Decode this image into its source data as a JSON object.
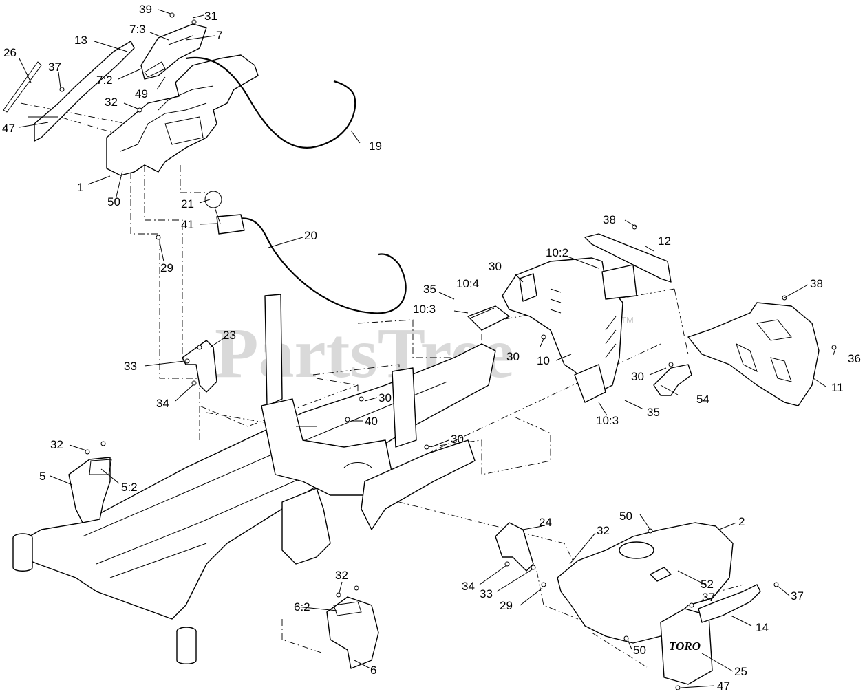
{
  "watermark": {
    "text": "PartsTree",
    "trademark": "TM"
  },
  "brand_plate_text": "TORO",
  "callouts": {
    "c39": "39",
    "c31": "31",
    "c7_3": "7:3",
    "c7": "7",
    "c13": "13",
    "c26": "26",
    "c37a": "37",
    "c7_2": "7:2",
    "c49": "49",
    "c32a": "32",
    "c47a": "47",
    "c19": "19",
    "c1": "1",
    "c50a": "50",
    "c21": "21",
    "c41": "41",
    "c20": "20",
    "c29a": "29",
    "c38a": "38",
    "c12": "12",
    "c10_2": "10:2",
    "c30a": "30",
    "c10_4": "10:4",
    "c35a": "35",
    "c10_3a": "10:3",
    "c38b": "38",
    "c30b": "30",
    "c10": "10",
    "c36": "36",
    "c30c": "30",
    "c11": "11",
    "c54": "54",
    "c35b": "35",
    "c10_3b": "10:3",
    "c23": "23",
    "c33a": "33",
    "c34a": "34",
    "c30d": "30",
    "c40": "40",
    "c30e": "30",
    "c32b": "32",
    "c5": "5",
    "c5_2": "5:2",
    "c50b": "50",
    "c2": "2",
    "c24": "24",
    "c32c": "32",
    "c52": "52",
    "c34b": "34",
    "c33b": "33",
    "c29b": "29",
    "c37b": "37",
    "c37c": "37",
    "c14": "14",
    "c32d": "32",
    "c6_2": "6:2",
    "c50c": "50",
    "c25": "25",
    "c6": "6",
    "c47b": "47"
  }
}
